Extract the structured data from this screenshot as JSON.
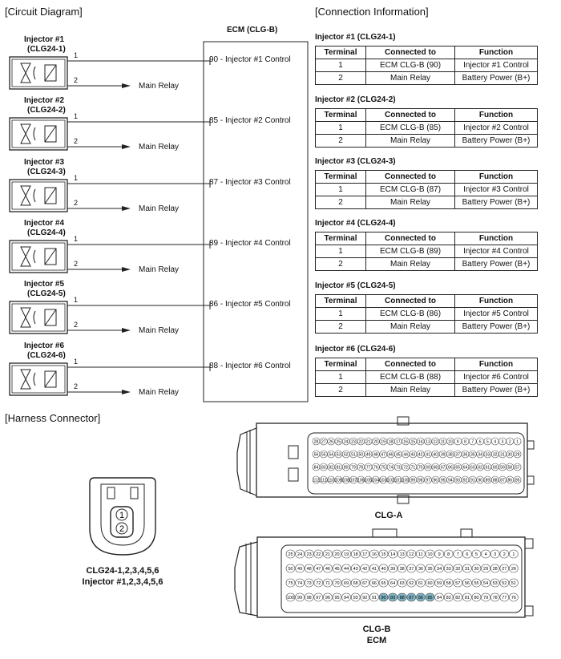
{
  "headings": {
    "circuit": "[Circuit Diagram]",
    "connection": "[Connection Information]",
    "harness": "[Harness Connector]"
  },
  "ecm_title": "ECM (CLG-B)",
  "pin_labels": [
    "1",
    "2"
  ],
  "relay_label": "Main Relay",
  "injectors": [
    {
      "name": "Injector #1",
      "code": "(CLG24-1)",
      "ecm_pin": "90 - Injector #1 Control"
    },
    {
      "name": "Injector #2",
      "code": "(CLG24-2)",
      "ecm_pin": "85 - Injector #2 Control"
    },
    {
      "name": "Injector  #3",
      "code": "(CLG24-3)",
      "ecm_pin": "87 - Injector #3 Control"
    },
    {
      "name": "Injector  #4",
      "code": "(CLG24-4)",
      "ecm_pin": "89 - Injector #4 Control"
    },
    {
      "name": "Injector  #5",
      "code": "(CLG24-5)",
      "ecm_pin": "86 - Injector #5 Control"
    },
    {
      "name": "Injector  #6",
      "code": "(CLG24-6)",
      "ecm_pin": "88 - Injector #6 Control"
    }
  ],
  "table_headers": [
    "Terminal",
    "Connected to",
    "Function"
  ],
  "tables": [
    {
      "title": "Injector #1 (CLG24-1)",
      "rows": [
        [
          "1",
          "ECM CLG-B (90)",
          "Injector #1 Control"
        ],
        [
          "2",
          "Main Relay",
          "Battery Power (B+)"
        ]
      ]
    },
    {
      "title": "Injector #2 (CLG24-2)",
      "rows": [
        [
          "1",
          "ECM CLG-B (85)",
          "Injector #2 Control"
        ],
        [
          "2",
          "Main Relay",
          "Battery Power (B+)"
        ]
      ]
    },
    {
      "title": "Injector #3 (CLG24-3)",
      "rows": [
        [
          "1",
          "ECM CLG-B (87)",
          "Injector #3 Control"
        ],
        [
          "2",
          "Main Relay",
          "Battery Power (B+)"
        ]
      ]
    },
    {
      "title": "Injector #4 (CLG24-4)",
      "rows": [
        [
          "1",
          "ECM CLG-B (89)",
          "Injector #4 Control"
        ],
        [
          "2",
          "Main Relay",
          "Battery Power (B+)"
        ]
      ]
    },
    {
      "title": "Injector #5 (CLG24-5)",
      "rows": [
        [
          "1",
          "ECM CLG-B (86)",
          "Injector #5 Control"
        ],
        [
          "2",
          "Main Relay",
          "Battery Power (B+)"
        ]
      ]
    },
    {
      "title": "Injector #6 (CLG24-6)",
      "rows": [
        [
          "1",
          "ECM CLG-B (88)",
          "Injector #6 Control"
        ],
        [
          "2",
          "Main Relay",
          "Battery Power (B+)"
        ]
      ]
    }
  ],
  "injector_connector": {
    "pin_top": "1",
    "pin_bottom": "2",
    "caption_line1": "CLG24-1,2,3,4,5,6",
    "caption_line2": "Injector #1,2,3,4,5,6"
  },
  "clg_a": {
    "caption": "CLG-A",
    "rows": [
      [
        "28",
        "27",
        "26",
        "25",
        "24",
        "23",
        "22",
        "21",
        "20",
        "19",
        "18",
        "17",
        "16",
        "15",
        "14",
        "13",
        "12",
        "11",
        "10",
        "9",
        "8",
        "7",
        "6",
        "5",
        "4",
        "3",
        "2",
        "1"
      ],
      [
        "56",
        "55",
        "54",
        "53",
        "52",
        "51",
        "50",
        "49",
        "48",
        "47",
        "46",
        "45",
        "44",
        "43",
        "42",
        "41",
        "40",
        "39",
        "38",
        "37",
        "36",
        "35",
        "34",
        "33",
        "32",
        "31",
        "30",
        "29"
      ],
      [
        "84",
        "83",
        "82",
        "81",
        "80",
        "79",
        "78",
        "77",
        "76",
        "75",
        "74",
        "73",
        "72",
        "71",
        "70",
        "69",
        "68",
        "67",
        "66",
        "65",
        "64",
        "63",
        "62",
        "61",
        "60",
        "59",
        "58",
        "57"
      ],
      [
        "112",
        "111",
        "110",
        "109",
        "108",
        "107",
        "106",
        "105",
        "104",
        "103",
        "102",
        "101",
        "100",
        "99",
        "98",
        "97",
        "96",
        "95",
        "94",
        "93",
        "92",
        "91",
        "90",
        "89",
        "88",
        "87",
        "86",
        "85"
      ]
    ]
  },
  "clg_b": {
    "caption_line1": "CLG-B",
    "caption_line2": "ECM",
    "highlight": [
      "85",
      "86",
      "87",
      "88",
      "89",
      "90"
    ],
    "highlight_color": "#7fb3c4",
    "rows": [
      [
        "25",
        "24",
        "23",
        "22",
        "21",
        "20",
        "19",
        "18",
        "17",
        "16",
        "15",
        "14",
        "13",
        "12",
        "11",
        "10",
        "9",
        "8",
        "7",
        "6",
        "5",
        "4",
        "3",
        "2",
        "1"
      ],
      [
        "50",
        "49",
        "48",
        "47",
        "46",
        "45",
        "44",
        "43",
        "42",
        "41",
        "40",
        "39",
        "38",
        "37",
        "36",
        "35",
        "34",
        "33",
        "32",
        "31",
        "30",
        "29",
        "28",
        "27",
        "26"
      ],
      [
        "75",
        "74",
        "73",
        "72",
        "71",
        "70",
        "69",
        "68",
        "67",
        "66",
        "65",
        "64",
        "63",
        "62",
        "61",
        "60",
        "59",
        "58",
        "57",
        "56",
        "55",
        "54",
        "53",
        "52",
        "51"
      ],
      [
        "100",
        "99",
        "98",
        "97",
        "96",
        "95",
        "94",
        "93",
        "92",
        "91",
        "90",
        "89",
        "88",
        "87",
        "86",
        "85",
        "84",
        "83",
        "82",
        "81",
        "80",
        "79",
        "78",
        "77",
        "76"
      ]
    ]
  }
}
